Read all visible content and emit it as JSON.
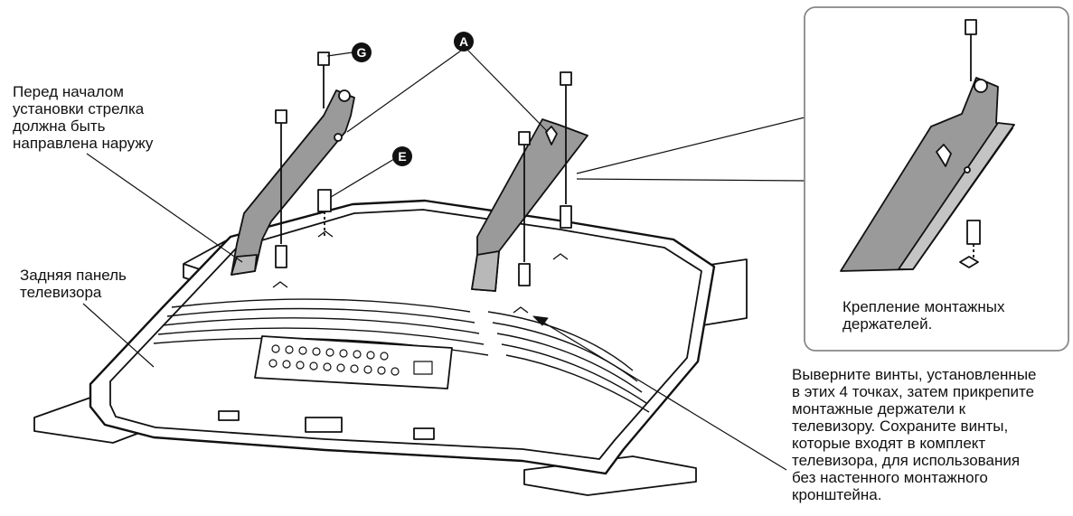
{
  "labels": {
    "arrow_note": "Перед началом\nустановки стрелка\nдолжна быть\nнаправлена наружу",
    "tv_back_panel": "Задняя панель\nтелевизора",
    "detail_caption": "Крепление монтажных\nдержателей.",
    "remove_screws_note": "Выверните винты, установленные\nв этих 4 точках, затем прикрепите\nмонтажные держатели к\nтелевизору. Сохраните винты,\nкоторые входят в комплект\nтелевизора, для использования\nбез настенного монтажного\nкронштейна."
  },
  "badges": {
    "g": "G",
    "a": "A",
    "e": "E"
  },
  "colors": {
    "line": "#111111",
    "bracket_fill": "#9a9a9a",
    "panel_fill": "#ffffff",
    "badge_fill": "#111111",
    "detail_border": "#888888"
  }
}
